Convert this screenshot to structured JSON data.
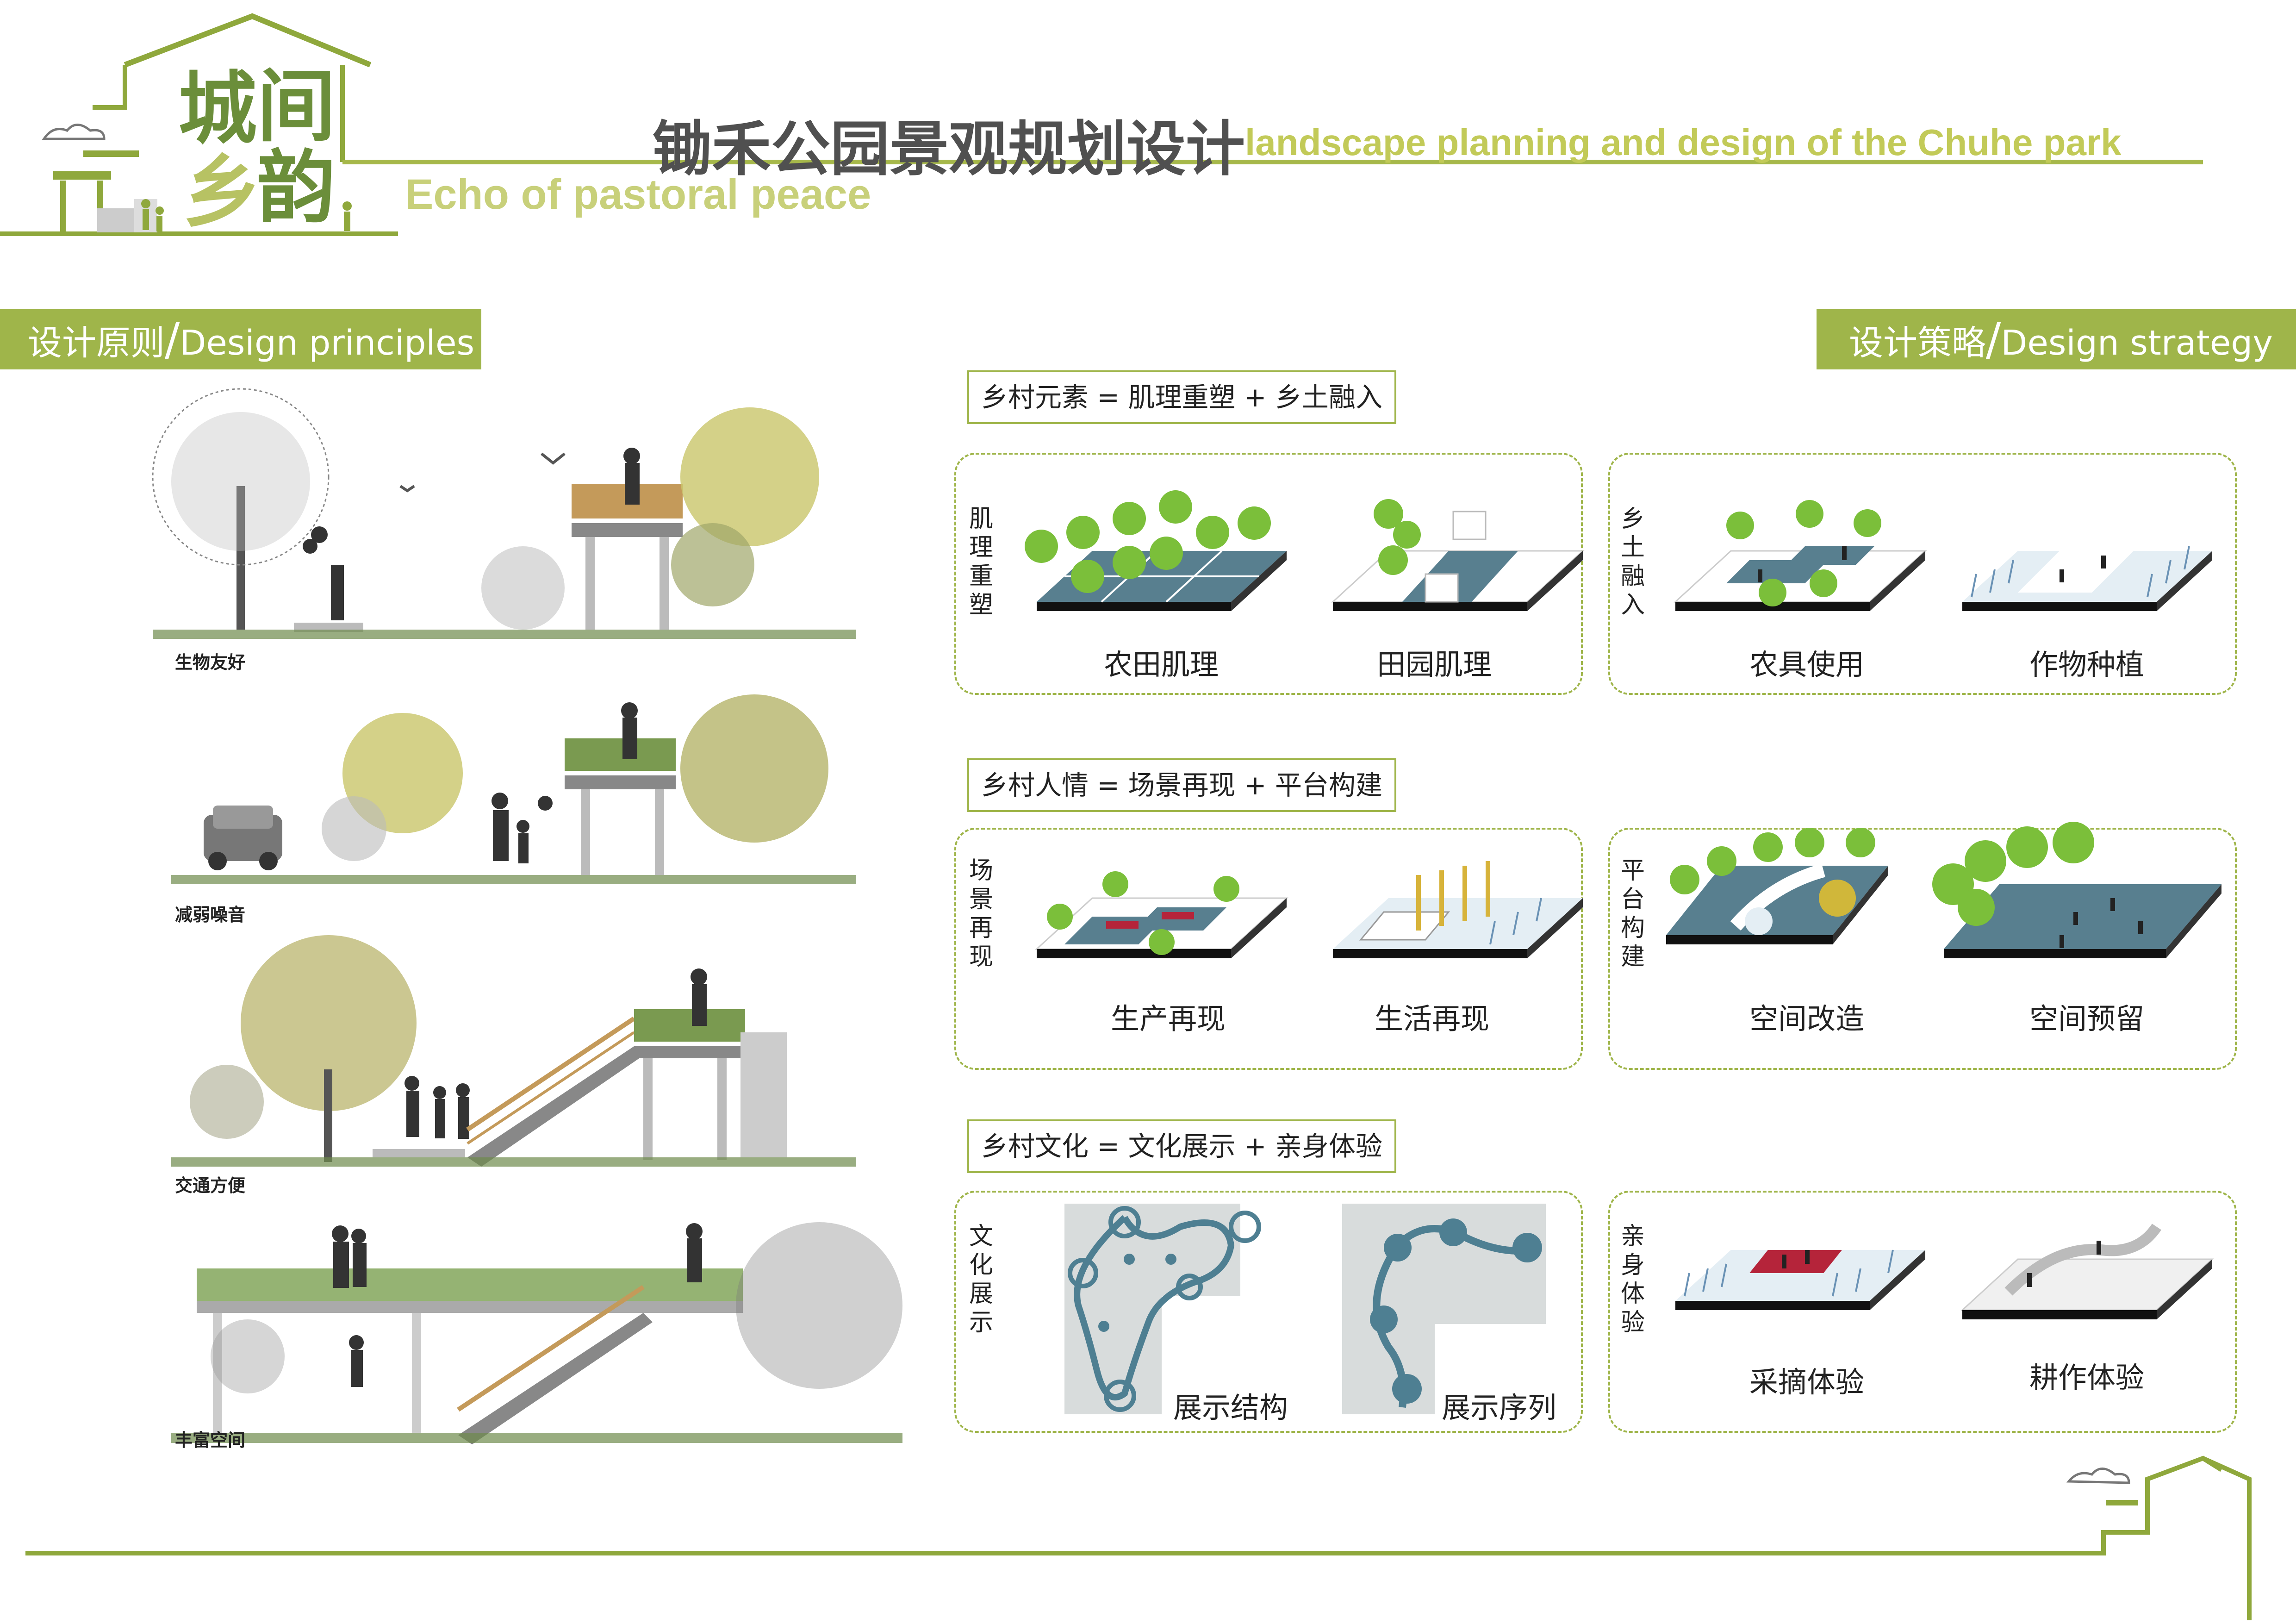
{
  "header": {
    "logo_chars": [
      "城",
      "间",
      "乡",
      "韵"
    ],
    "echo_text": "Echo of pastoral peace",
    "title_cn": "锄禾公园景观规划设计",
    "title_en": "landscape planning and design of the Chuhe park"
  },
  "tabs": {
    "principles": {
      "cn": "设计原则",
      "slash": "/",
      "en": "Design principles"
    },
    "strategy": {
      "cn": "设计策略",
      "slash": "/",
      "en": "Design strategy"
    }
  },
  "principles": [
    {
      "label": "生物友好"
    },
    {
      "label": "减弱噪音"
    },
    {
      "label": "交通方便"
    },
    {
      "label": "丰富空间"
    }
  ],
  "strategy_rows": [
    {
      "equation": "乡村元素 = 肌理重塑 + 乡土融入",
      "left": {
        "vertical": "肌理重塑",
        "captions": [
          "农田肌理",
          "田园肌理"
        ]
      },
      "right": {
        "vertical": "乡土融入",
        "captions": [
          "农具使用",
          "作物种植"
        ]
      }
    },
    {
      "equation": "乡村人情 = 场景再现 + 平台构建",
      "left": {
        "vertical": "场景再现",
        "captions": [
          "生产再现",
          "生活再现"
        ]
      },
      "right": {
        "vertical": "平台构建",
        "captions": [
          "空间改造",
          "空间预留"
        ]
      }
    },
    {
      "equation": "乡村文化 = 文化展示 + 亲身体验",
      "left": {
        "vertical": "文化展示",
        "captions": [
          "展示结构",
          "展示序列"
        ]
      },
      "right": {
        "vertical": "亲身体验",
        "captions": [
          "采摘体验",
          "耕作体验"
        ]
      }
    }
  ],
  "colors": {
    "accent_green": "#9fb54a",
    "slab_blue": "#587f8f",
    "tree_green": "#7bbf3a",
    "red_field": "#b5243a"
  }
}
